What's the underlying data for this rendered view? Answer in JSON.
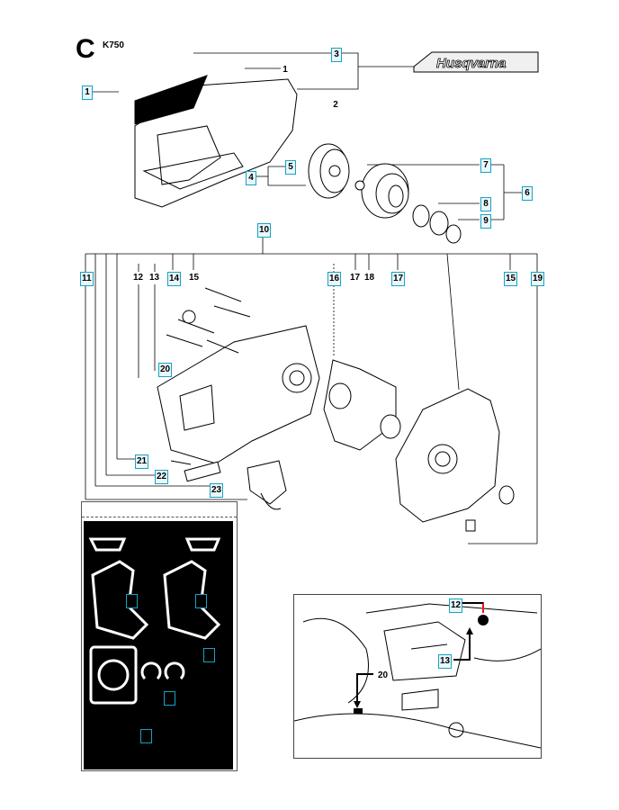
{
  "header": {
    "section_letter": "C",
    "model": "K750"
  },
  "brand": {
    "logo_text": "Husqvarna"
  },
  "callouts": [
    {
      "id": "c3",
      "text": "3",
      "boxed": true
    },
    {
      "id": "c1a",
      "text": "1",
      "boxed": false
    },
    {
      "id": "c1b",
      "text": "1",
      "boxed": true
    },
    {
      "id": "c2",
      "text": "2",
      "boxed": false
    },
    {
      "id": "c5",
      "text": "5",
      "boxed": true
    },
    {
      "id": "c4",
      "text": "4",
      "boxed": true
    },
    {
      "id": "c7",
      "text": "7",
      "boxed": true
    },
    {
      "id": "c6",
      "text": "6",
      "boxed": true
    },
    {
      "id": "c8",
      "text": "8",
      "boxed": true
    },
    {
      "id": "c9",
      "text": "9",
      "boxed": true
    },
    {
      "id": "c10",
      "text": "10",
      "boxed": true
    },
    {
      "id": "c11",
      "text": "11",
      "boxed": true
    },
    {
      "id": "c12",
      "text": "12",
      "boxed": false
    },
    {
      "id": "c13",
      "text": "13",
      "boxed": false
    },
    {
      "id": "c14",
      "text": "14",
      "boxed": true
    },
    {
      "id": "c15a",
      "text": "15",
      "boxed": false
    },
    {
      "id": "c16",
      "text": "16",
      "boxed": true
    },
    {
      "id": "c17a",
      "text": "17",
      "boxed": false
    },
    {
      "id": "c18",
      "text": "18",
      "boxed": false
    },
    {
      "id": "c17b",
      "text": "17",
      "boxed": true
    },
    {
      "id": "c15b",
      "text": "15",
      "boxed": true
    },
    {
      "id": "c19",
      "text": "19",
      "boxed": true
    },
    {
      "id": "c20",
      "text": "20",
      "boxed": true
    },
    {
      "id": "c21",
      "text": "21",
      "boxed": true
    },
    {
      "id": "c22",
      "text": "22",
      "boxed": true
    },
    {
      "id": "c23",
      "text": "23",
      "boxed": true
    }
  ],
  "inset_callouts": [
    {
      "id": "i12",
      "text": "12",
      "boxed": true
    },
    {
      "id": "i13",
      "text": "13",
      "boxed": true
    },
    {
      "id": "i20",
      "text": "20",
      "boxed": false
    }
  ],
  "colors": {
    "accent_box": "#15a3c4",
    "ink": "#000000",
    "highlight": "#e21b1b"
  }
}
